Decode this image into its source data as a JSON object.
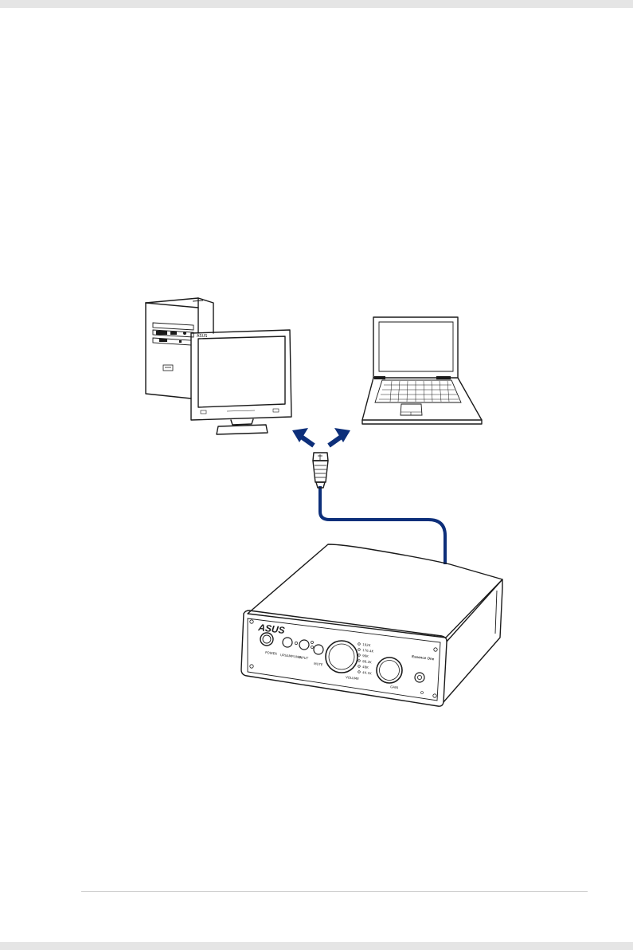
{
  "illustration": {
    "brand_logo_text": "ASUS",
    "monitor_brand_text": "ASUS",
    "device_model_text": "Essence One",
    "front_panel": {
      "power_label": "POWER",
      "upsampling_label": "UPSAMPLING",
      "input_label": "INPUT",
      "mute_label": "MUTE",
      "volume_label": "VOLUME",
      "gain_label": "GAIN",
      "indicators": [
        "192K",
        "176.4K",
        "96K",
        "88.2K",
        "48K",
        "44.1K"
      ]
    },
    "usb_symbol": "usb-icon",
    "accent_color": "#0d2f7a",
    "line_color": "#1a1a1a"
  }
}
